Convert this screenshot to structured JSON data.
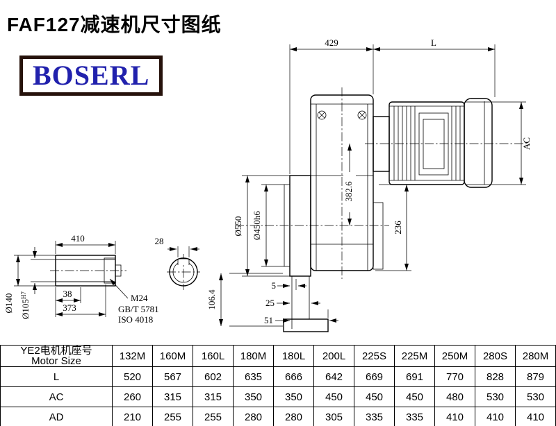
{
  "page": {
    "title": "FAF127减速机尺寸图纸",
    "logo": "BOSERL"
  },
  "drawing": {
    "dims": {
      "top_width": "429",
      "motor_length": "L",
      "motor_height": "AC",
      "flange_od": "Ø550",
      "spigot": "Ø450h6",
      "inner_height": "382.6",
      "lower_height": "236",
      "foot_a": "5",
      "foot_b": "25",
      "foot_c": "51",
      "detail_height": "106.4",
      "shaft_len": "410",
      "key_width": "28",
      "key_len": "38",
      "usable_len": "373",
      "thread": "M24",
      "thread_std": "GB/T 5781",
      "iso_std": "ISO 4018",
      "shaft_od": "Ø140",
      "shaft_bore": "Ø105",
      "shaft_bore_fit": "H7"
    }
  },
  "table": {
    "header_cn": "YE2电机机座号",
    "header_en": "Motor Size",
    "columns": [
      "132M",
      "160M",
      "160L",
      "180M",
      "180L",
      "200L",
      "225S",
      "225M",
      "250M",
      "280S",
      "280M"
    ],
    "rows": [
      {
        "label": "L",
        "values": [
          "520",
          "567",
          "602",
          "635",
          "666",
          "642",
          "669",
          "691",
          "770",
          "828",
          "879"
        ]
      },
      {
        "label": "AC",
        "values": [
          "260",
          "315",
          "315",
          "350",
          "350",
          "450",
          "450",
          "450",
          "480",
          "530",
          "530"
        ]
      },
      {
        "label": "AD",
        "values": [
          "210",
          "255",
          "255",
          "280",
          "280",
          "305",
          "335",
          "335",
          "410",
          "410",
          "410"
        ]
      }
    ]
  }
}
